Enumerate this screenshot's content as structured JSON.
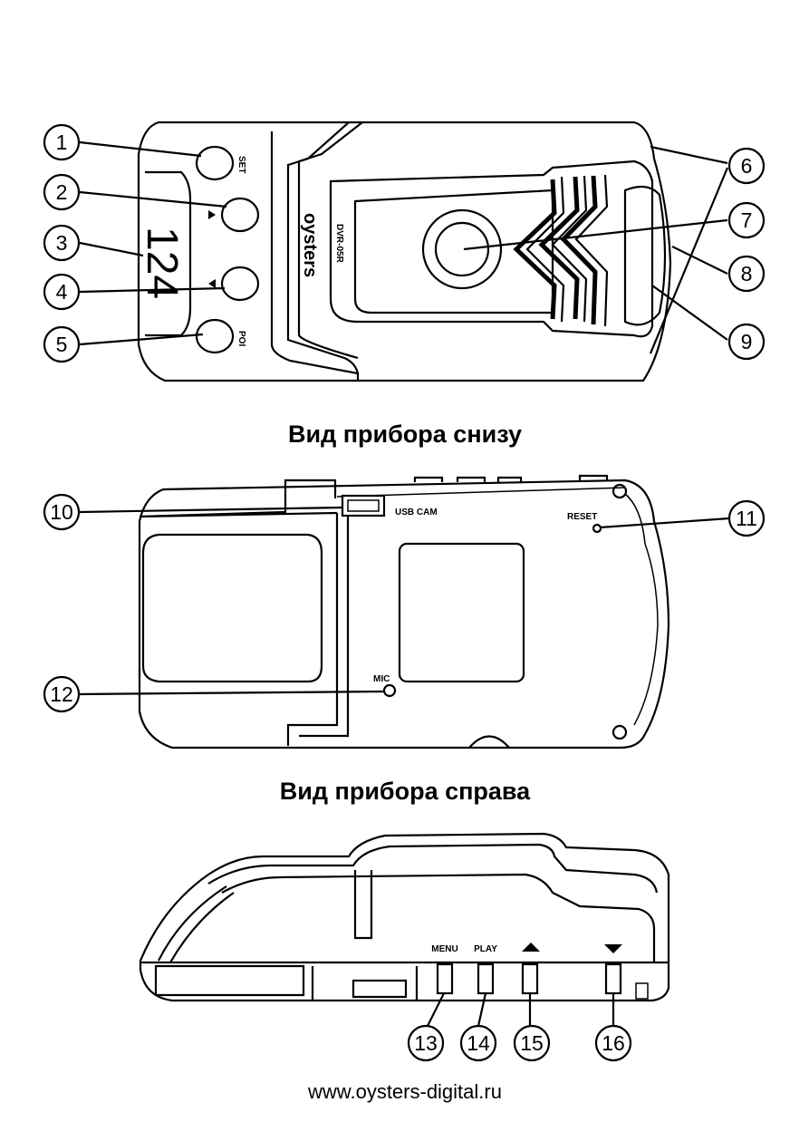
{
  "views": {
    "bottom": {
      "caption": "Вид прибора снизу",
      "labels": {
        "set": "SET",
        "poi": "POI",
        "brand": "oysters",
        "model": "DVR-05R"
      },
      "display_digits": "124"
    },
    "right": {
      "caption": "Вид прибора справа",
      "labels": {
        "usb_cam": "USB CAM",
        "reset": "RESET",
        "mic": "MIC"
      }
    },
    "side": {
      "labels": {
        "menu": "MENU",
        "play": "PLAY"
      }
    }
  },
  "callouts": [
    "1",
    "2",
    "3",
    "4",
    "5",
    "6",
    "7",
    "8",
    "9",
    "10",
    "11",
    "12",
    "13",
    "14",
    "15",
    "16"
  ],
  "footer": {
    "url": "www.oysters-digital.ru"
  }
}
